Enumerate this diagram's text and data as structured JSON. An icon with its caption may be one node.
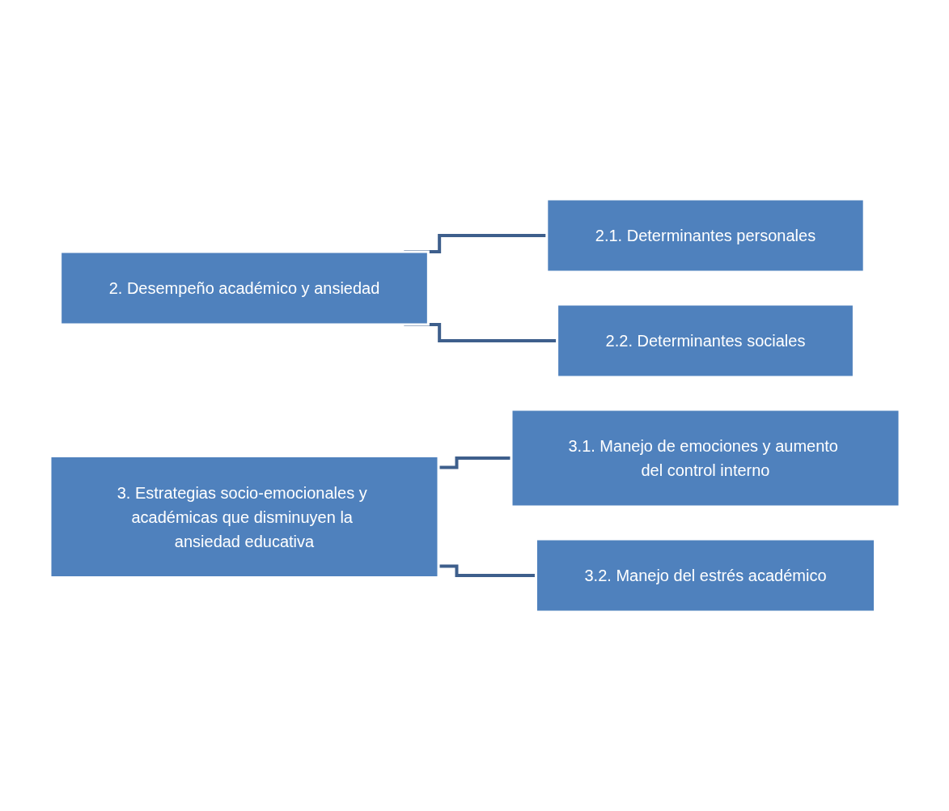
{
  "diagram": {
    "nodes": [
      {
        "text": [
          "2. Desempeño académico y ansiedad"
        ]
      },
      {
        "text": [
          "2.1. Determinantes personales"
        ]
      },
      {
        "text": [
          "2.2. Determinantes sociales"
        ]
      },
      {
        "text": [
          "3. Estrategias socio-emocionales y académicas que disminuyen la ansiedad educativa"
        ]
      },
      {
        "text": [
          "3.1. Manejo de emociones y aumento del control interno"
        ]
      },
      {
        "text": [
          "3.2. Manejo del estrés académico"
        ]
      }
    ],
    "edges": [
      {
        "from": 0,
        "to": 1,
        "arrow": "none"
      },
      {
        "from": 0,
        "to": 2,
        "arrow": "none"
      },
      {
        "from": 3,
        "to": 4,
        "arrow": "none"
      },
      {
        "from": 3,
        "to": 5,
        "arrow": "none"
      }
    ]
  }
}
